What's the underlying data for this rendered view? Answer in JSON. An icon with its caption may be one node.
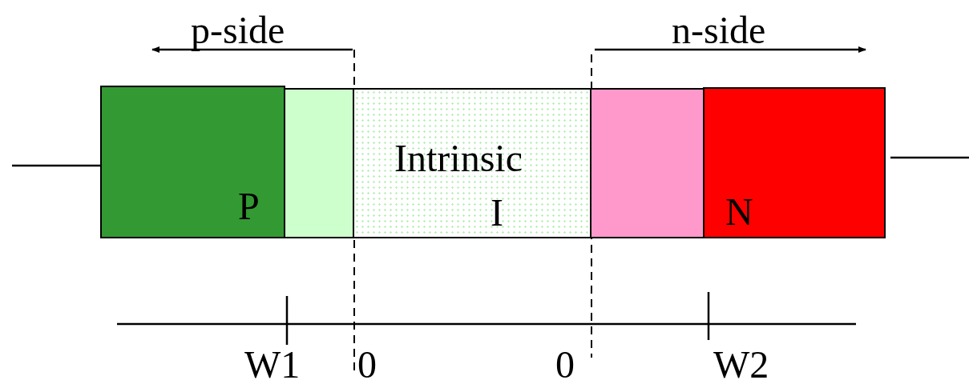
{
  "diagram": {
    "nodes": [
      {
        "text": [
          "P"
        ]
      },
      {
        "text": [],
        "shape": "box"
      },
      {
        "text": [
          "Intrinsic",
          "I"
        ]
      },
      {
        "text": [],
        "shape": "box"
      },
      {
        "text": [
          "N"
        ]
      }
    ],
    "edges": [
      {
        "from": null,
        "to": 0,
        "arrow": "none"
      },
      {
        "from": 4,
        "to": null,
        "arrow": "none"
      }
    ],
    "labels": [
      "p-side",
      "n-side",
      "W1",
      "0",
      "0",
      "W2"
    ]
  }
}
